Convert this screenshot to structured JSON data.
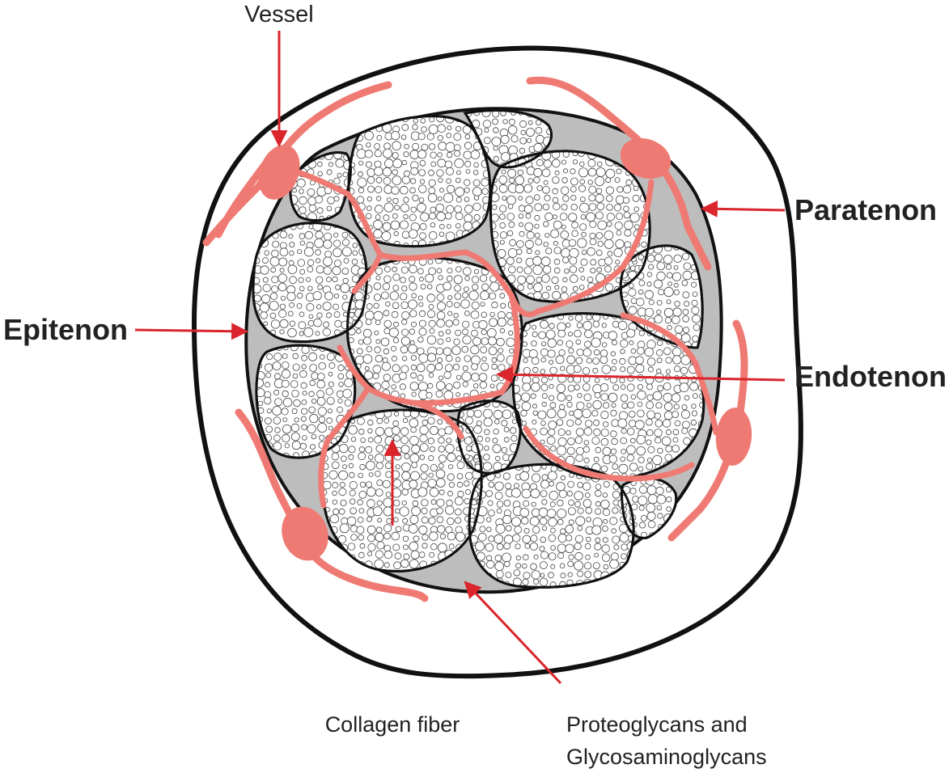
{
  "labels": {
    "vessel": "Vessel",
    "paratenon": "Paratenon",
    "epitenon": "Epitenon",
    "endotenon": "Endotenon",
    "collagen_fiber": "Collagen fiber",
    "proteoglycans_line1": "Proteoglycans and",
    "proteoglycans_line2": "Glycosaminoglycans"
  },
  "colors": {
    "outline": "#111111",
    "vessel": "#ef7a73",
    "arrow": "#d9252b",
    "matrix": "#bdbdbd",
    "fiber_fill": "#ffffff"
  }
}
